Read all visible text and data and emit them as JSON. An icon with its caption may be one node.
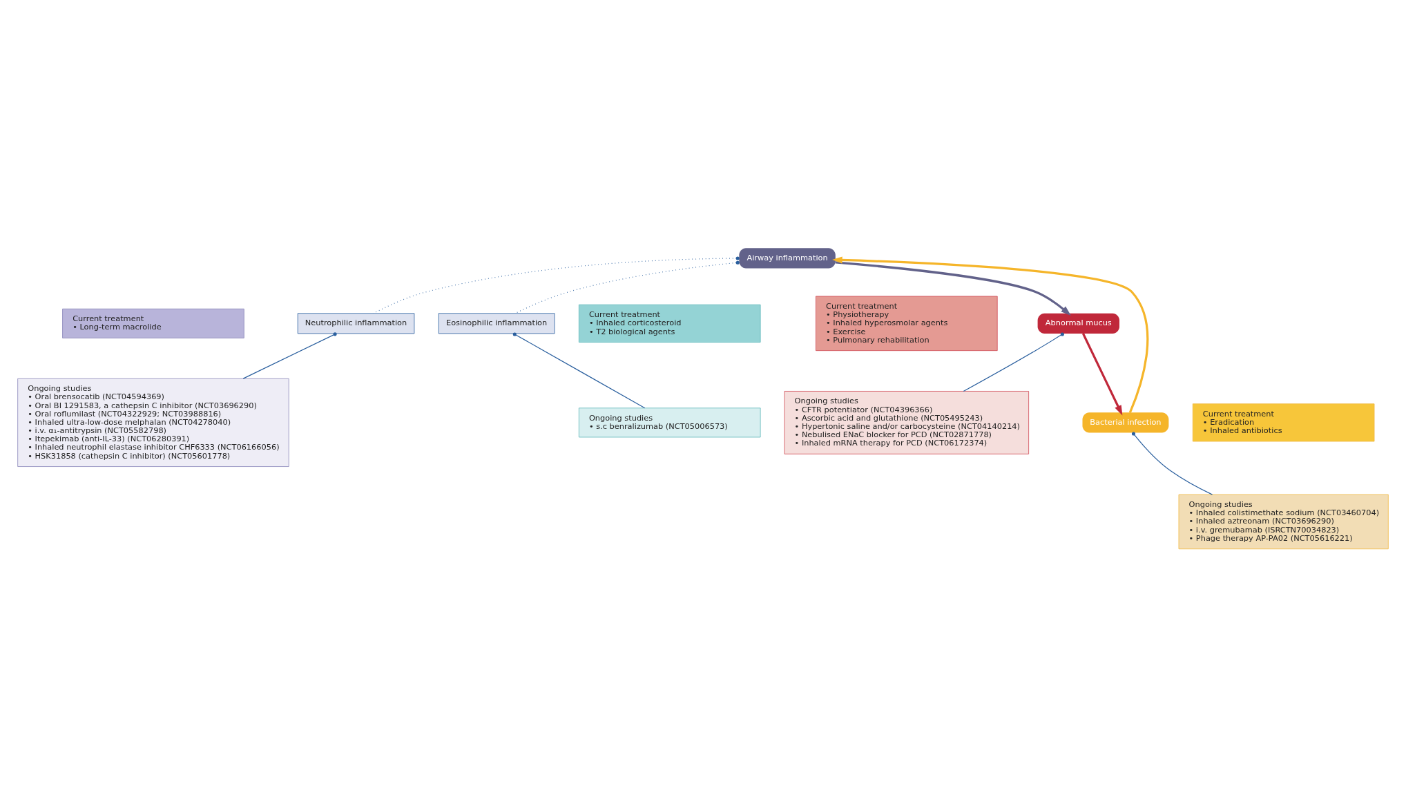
{
  "diagram": {
    "nodes": [
      {
        "text": [
          "Current treatment",
          "• Long-term macrolide"
        ]
      },
      {
        "text": [
          "Ongoing studies",
          "• Oral brensocatib (NCT04594369)",
          "• Oral BI 1291583, a cathepsin C inhibitor (NCT03696290)",
          "• Oral roflumilast (NCT04322929; NCT03988816)",
          "• Inhaled ultra-low-dose melphalan (NCT04278040)",
          "• i.v. α₁-antitrypsin (NCT05582798)",
          "• Itepekimab (anti-IL-33) (NCT06280391)",
          "• Inhaled neutrophil elastase inhibitor CHF6333 (NCT06166056)",
          "• HSK31858 (cathepsin C inhibitor) (NCT05601778)"
        ]
      },
      {
        "text": [
          "Neutrophilic inflammation"
        ]
      },
      {
        "text": [
          "Airway inflammation"
        ]
      },
      {
        "text": [
          "Current treatment",
          "• Inhaled corticosteroid",
          "• T2 biological agents"
        ]
      },
      {
        "text": [
          "Ongoing studies",
          "• s.c benralizumab (NCT05006573)"
        ]
      },
      {
        "text": [
          "Eosinophilic inflammation"
        ]
      },
      {
        "text": [
          "Bacterial infection"
        ]
      },
      {
        "text": [
          "Abnormal mucus"
        ]
      },
      {
        "text": [
          "Current treatment",
          "• Physiotherapy",
          "• Inhaled hyperosmolar agents",
          "• Exercise",
          "• Pulmonary rehabilitation"
        ]
      },
      {
        "text": [
          "Ongoing studies",
          "• CFTR potentiator (NCT04396366)",
          "• Ascorbic acid and glutathione (NCT05495243)",
          "• Hypertonic saline and/or carbocysteine (NCT04140214)",
          "• Nebulised ENaC blocker for PCD (NCT02871778)",
          "• Inhaled mRNA therapy for PCD (NCT06172374)"
        ]
      },
      {
        "text": [
          "Current treatment",
          "• Eradication",
          "• Inhaled antibiotics"
        ]
      },
      {
        "text": [
          "Ongoing studies",
          "• Inhaled colistimethate sodium (NCT03460704)",
          "• Inhaled aztreonam (NCT03696290)",
          "• i.v. gremubamab (ISRCTN70034823)",
          "• Phage therapy AP-PA02 (NCT05616221)"
        ]
      }
    ],
    "edges": [
      {
        "from": 3,
        "to": 2,
        "arrow": "other",
        "style": "dashed"
      },
      {
        "from": 3,
        "to": 6,
        "arrow": "other",
        "style": "dashed"
      },
      {
        "from": 2,
        "to": 1,
        "arrow": "other"
      },
      {
        "from": 6,
        "to": 5,
        "arrow": "other"
      },
      {
        "from": 7,
        "to": 12,
        "arrow": "other"
      },
      {
        "from": 8,
        "to": 10,
        "arrow": "other"
      },
      {
        "from": 3,
        "to": 8,
        "arrow": "to",
        "color": "#62628a"
      },
      {
        "from": 8,
        "to": 7,
        "arrow": "to",
        "color": "#c0283a"
      },
      {
        "from": 7,
        "to": 3,
        "arrow": "to",
        "color": "#f5b52a"
      }
    ]
  }
}
